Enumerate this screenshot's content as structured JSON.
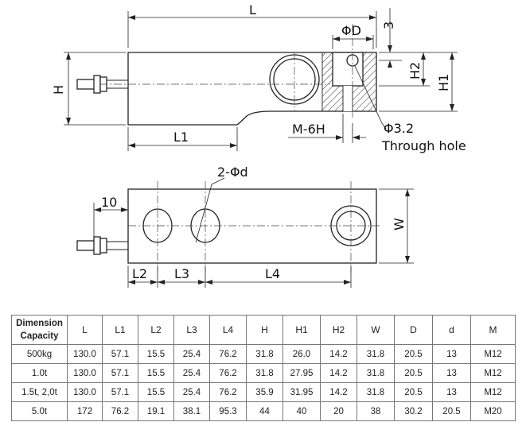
{
  "top_view": {
    "labels": {
      "L": "L",
      "H": "H",
      "L1": "L1",
      "three": "3",
      "phi_D": "ΦD",
      "H2": "H2",
      "H1": "H1",
      "M6H": "M-6H",
      "phi_32": "Φ3.2",
      "through_hole": "Through hole"
    }
  },
  "side_view": {
    "labels": {
      "ten": "10",
      "two_phi_d": "2-Φd",
      "W": "W",
      "L2": "L2",
      "L3": "L3",
      "L4": "L4"
    }
  },
  "table": {
    "corner_line1": "Dimension",
    "corner_line2": "Capacity",
    "columns": [
      "L",
      "L1",
      "L2",
      "L3",
      "L4",
      "H",
      "H1",
      "H2",
      "W",
      "D",
      "d",
      "M"
    ],
    "rows": [
      {
        "capacity": "500kg",
        "values": [
          "130.0",
          "57.1",
          "15.5",
          "25.4",
          "76.2",
          "31.8",
          "26.0",
          "14.2",
          "31.8",
          "20.5",
          "13",
          "M12"
        ]
      },
      {
        "capacity": "1.0t",
        "values": [
          "130.0",
          "57.1",
          "15.5",
          "25.4",
          "76.2",
          "31.8",
          "27.95",
          "14.2",
          "31.8",
          "20.5",
          "13",
          "M12"
        ]
      },
      {
        "capacity": "1.5t, 2,0t",
        "values": [
          "130.0",
          "57.1",
          "15.5",
          "25.4",
          "76.2",
          "35.9",
          "31.95",
          "14.2",
          "31.8",
          "20.5",
          "13",
          "M12"
        ]
      },
      {
        "capacity": "5.0t",
        "values": [
          "172",
          "76.2",
          "19.1",
          "38.1",
          "95.3",
          "44",
          "40",
          "20",
          "38",
          "30.2",
          "20.5",
          "M20"
        ]
      }
    ]
  }
}
